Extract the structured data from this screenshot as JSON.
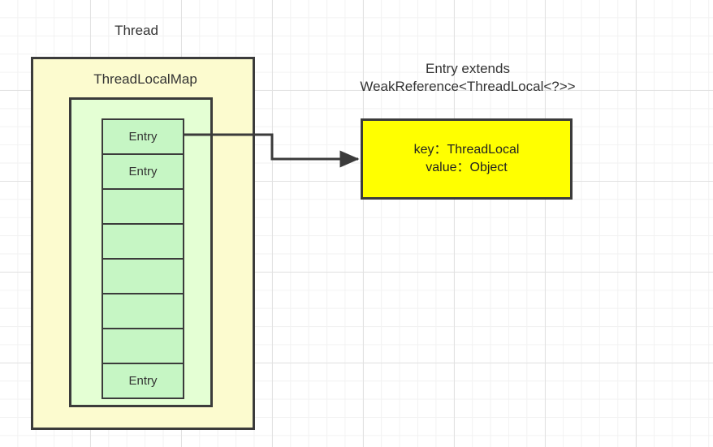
{
  "diagram": {
    "thread": {
      "title": "Thread",
      "map_title": "ThreadLocalMap",
      "box_color": "#fcfbcf",
      "inner_color": "#e4ffd4",
      "border_color": "#3b3b3b"
    },
    "entry_stack": {
      "cell_color": "#c6f6c4",
      "cells": [
        {
          "label": "Entry"
        },
        {
          "label": "Entry"
        },
        {
          "label": ""
        },
        {
          "label": ""
        },
        {
          "label": ""
        },
        {
          "label": ""
        },
        {
          "label": ""
        },
        {
          "label": "Entry"
        }
      ]
    },
    "entry_detail": {
      "title_line1": "Entry extends",
      "title_line2": "WeakReference<ThreadLocal<?>>",
      "key_line": "key：ThreadLocal",
      "value_line": "value：Object",
      "box_color": "#ffff00",
      "border_color": "#3b3b3b"
    },
    "connector": {
      "name": "entry-to-detail-arrow",
      "color": "#3b3b3b"
    },
    "background": {
      "canvas_color": "#ffffff",
      "grid_minor_color": "#f2f2f2",
      "grid_major_color": "#e2e2e2"
    }
  }
}
